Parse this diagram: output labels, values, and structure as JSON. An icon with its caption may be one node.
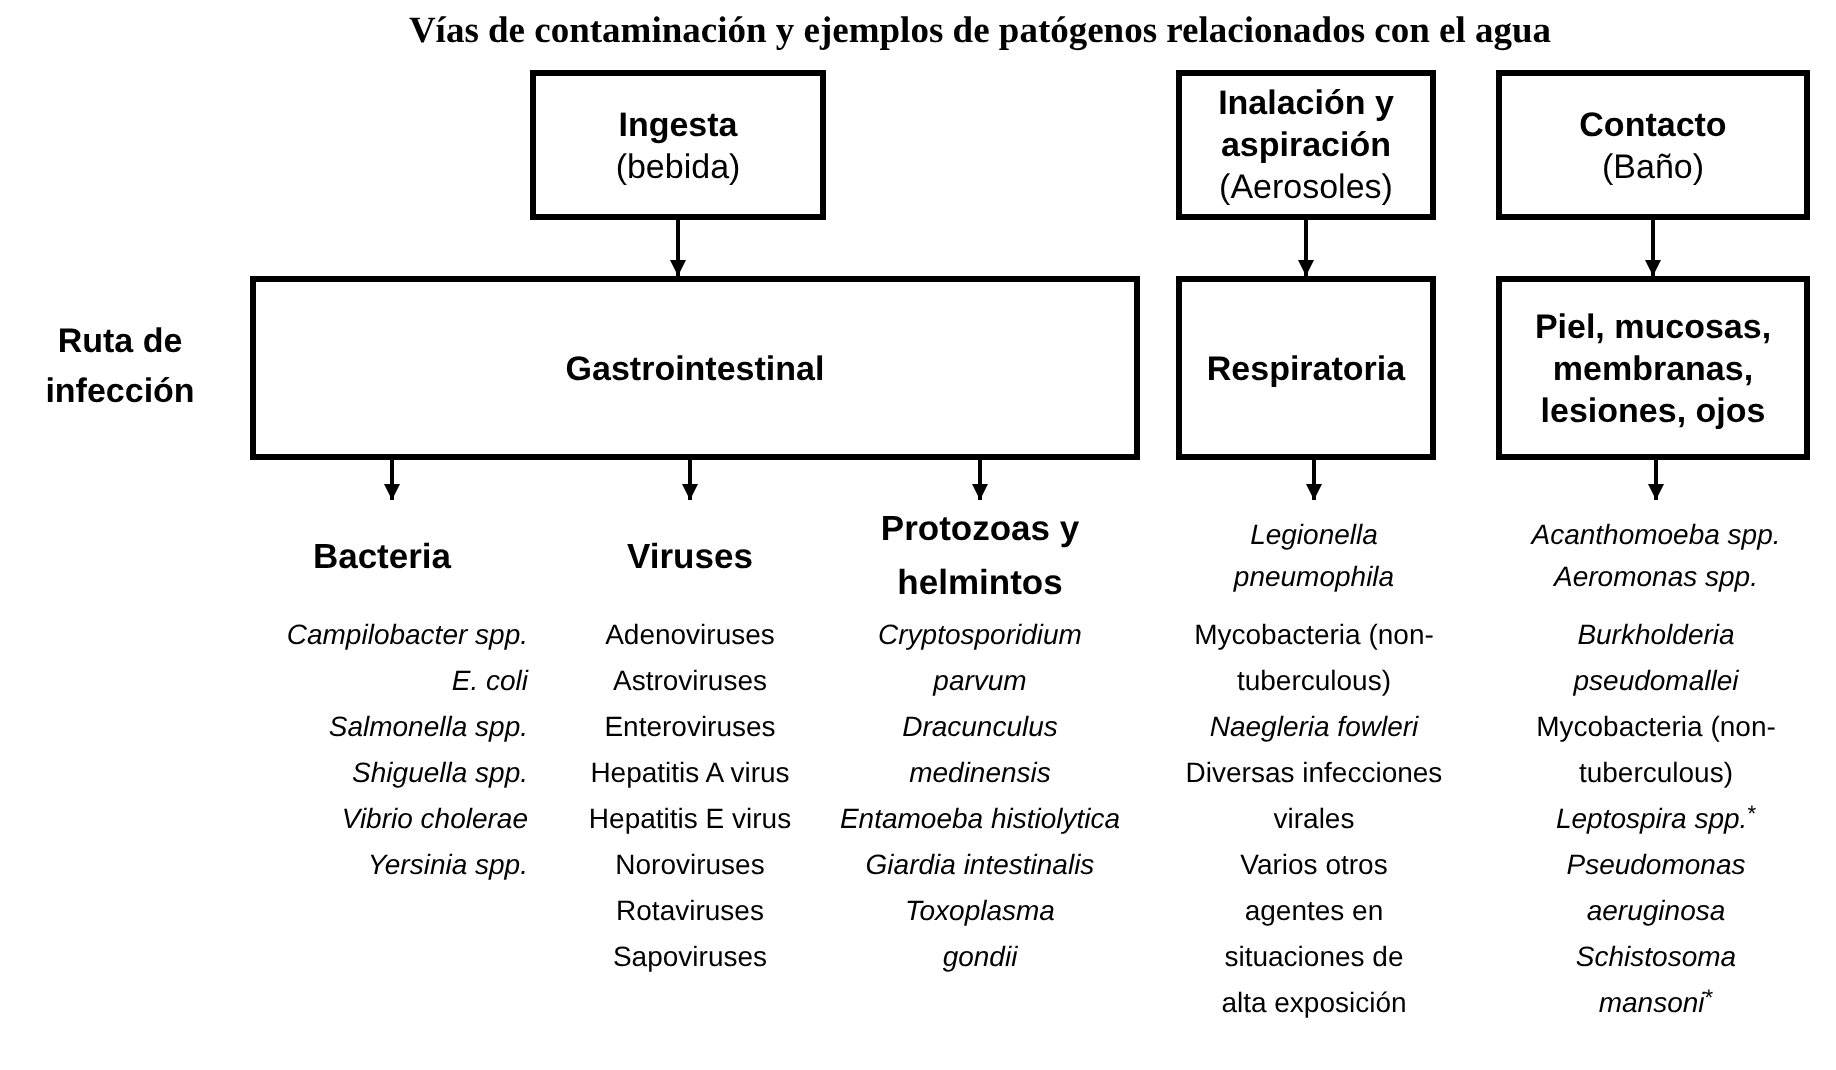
{
  "diagram": {
    "title": "Vías de contaminación y ejemplos de patógenos relacionados con el agua",
    "nodes": [
      {
        "text": [
          "Ingesta",
          "(bebida)"
        ]
      },
      {
        "text": [
          "Inalación y aspiración",
          "(Aerosoles)"
        ]
      },
      {
        "text": [
          "Contacto",
          "(Baño)"
        ]
      },
      {
        "text": [
          "Gastrointestinal"
        ]
      },
      {
        "text": [
          "Respiratoria"
        ]
      },
      {
        "text": [
          "Piel, mucosas, membranas, lesiones, ojos"
        ]
      },
      {
        "text": [
          "Bacteria",
          "*Campilobacter spp.*",
          "*E. coli*",
          "*Salmonella spp.*",
          "*Shiguella spp.*",
          "*Vibrio cholerae*",
          "*Yersinia spp.*"
        ]
      },
      {
        "text": [
          "Viruses",
          "Adenoviruses",
          "Astroviruses",
          "Enteroviruses",
          "Hepatitis A virus",
          "Hepatitis E virus",
          "Noroviruses",
          "Rotaviruses",
          "Sapoviruses"
        ]
      },
      {
        "text": [
          "Protozoas y helmintos",
          "*Cryptosporidium parvum*",
          "*Dracunculus medinensis*",
          "*Entamoeba histiolytica*",
          "*Giardia intestinalis*",
          "*Toxoplasma gondii*"
        ]
      },
      {
        "text": [
          "*Legionella pneumophila*",
          "Mycobacteria (non-tuberculous)",
          "*Naegleria fowleri*",
          "Diversas infecciones virales",
          "Varios otros agentes en situaciones de alta exposición"
        ]
      },
      {
        "text": [
          "*Acanthomoeba spp.*",
          "*Aeromonas spp.*",
          "*Burkholderia pseudomallei*",
          "Mycobacteria (non-tuberculous)",
          "*Leptospira spp.*$^{*}$",
          "*Pseudomonas aeruginosa*",
          "*Schistosoma mansoni*$^{*}$"
        ]
      }
    ],
    "edges": [
      {
        "from": 0,
        "to": 3,
        "arrow": "to"
      },
      {
        "from": 1,
        "to": 4,
        "arrow": "to"
      },
      {
        "from": 2,
        "to": 5,
        "arrow": "to"
      },
      {
        "from": 3,
        "to": 6,
        "arrow": "to"
      },
      {
        "from": 3,
        "to": 7,
        "arrow": "to"
      },
      {
        "from": 3,
        "to": 8,
        "arrow": "to"
      },
      {
        "from": 4,
        "to": 9,
        "arrow": "to"
      },
      {
        "from": 5,
        "to": 10,
        "arrow": "to"
      }
    ],
    "labels": [
      "Ruta de infección"
    ]
  }
}
